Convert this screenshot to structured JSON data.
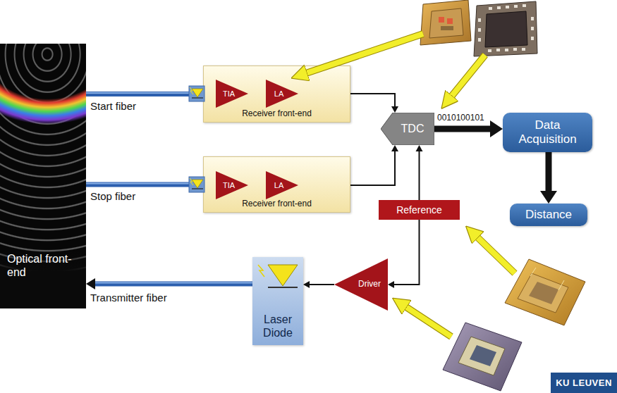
{
  "diagram": {
    "nodes": [
      {
        "text": [
          "Optical front-end"
        ]
      },
      {
        "text": [
          "Receiver front-end"
        ]
      },
      {
        "text": [
          "TIA"
        ],
        "in": 1
      },
      {
        "text": [
          "LA"
        ],
        "in": 1
      },
      {
        "text": [
          "Receiver front-end"
        ]
      },
      {
        "text": [
          "TIA"
        ],
        "in": 4
      },
      {
        "text": [
          "LA"
        ],
        "in": 4
      },
      {
        "text": [
          "TDC"
        ]
      },
      {
        "text": [
          "Data Acquisition"
        ]
      },
      {
        "text": [
          "Distance"
        ]
      },
      {
        "text": [
          "Reference"
        ]
      },
      {
        "text": [
          "Driver"
        ]
      },
      {
        "text": [
          "Laser Diode"
        ]
      }
    ],
    "edges": [
      {
        "from": 0,
        "to": 1,
        "arrow": "none",
        "label": "Start fiber"
      },
      {
        "from": 0,
        "to": 4,
        "arrow": "none",
        "label": "Stop fiber"
      },
      {
        "from": 2,
        "to": 3,
        "arrow": "to"
      },
      {
        "from": 3,
        "to": 7,
        "arrow": "to"
      },
      {
        "from": 5,
        "to": 6,
        "arrow": "to"
      },
      {
        "from": 6,
        "to": 7,
        "arrow": "to"
      },
      {
        "from": 7,
        "to": 8,
        "arrow": "to",
        "label": "0010100101"
      },
      {
        "from": 8,
        "to": 9,
        "arrow": "to"
      },
      {
        "from": 10,
        "to": 7,
        "arrow": "to"
      },
      {
        "from": 10,
        "to": 11,
        "arrow": "to"
      },
      {
        "from": 11,
        "to": 12,
        "arrow": "to"
      },
      {
        "from": 12,
        "to": 0,
        "arrow": "to",
        "label": "Transmitter fiber"
      }
    ],
    "labels": [
      "KU LEUVEN"
    ]
  }
}
